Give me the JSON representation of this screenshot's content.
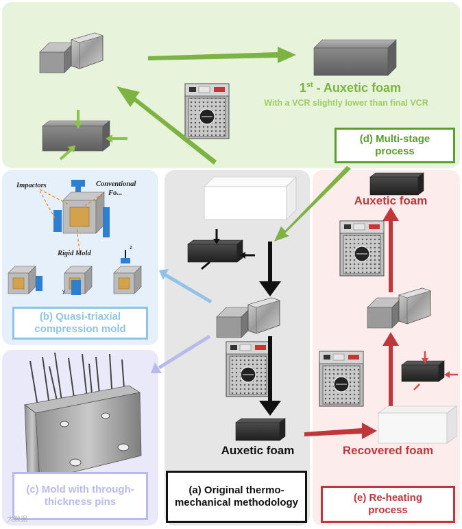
{
  "labels": {
    "first_auxetic_sup": "st",
    "first_auxetic_num": "1",
    "first_auxetic_rest": " - Auxetic foam",
    "vcr_note": "With a VCR slightly lower than final VCR",
    "multi_stage": "(d) Multi-stage process",
    "impactors": "Impactors",
    "conventional": "Conventional",
    "foam_partial": "Fo...",
    "rigid_mold": "Rigid Mold",
    "quasi_triaxial": "(b) Quasi-triaxial compression mold",
    "mold_pins": "(c) Mold with through-thickness pins",
    "auxetic_center": "Auxetic foam",
    "original_method": "(a) Original thermo-mechanical methodology",
    "auxetic_right": "Auxetic foam",
    "recovered": "Recovered foam",
    "reheating": "(e) Re-heating process",
    "axis_z": "z",
    "axis_y": "y",
    "watermark": "大数据"
  },
  "colors": {
    "green": "#7cb342",
    "green_dark": "#5a9e2c",
    "green_panel": "#e8f3dc",
    "gray_panel": "#e6e6e6",
    "blue_panel": "#e6f0fb",
    "blue_label": "#8fc3ea",
    "purple_panel": "#e9e9f9",
    "purple_label": "#b9b9ee",
    "red": "#c0373b",
    "red_panel": "#fcecec",
    "black": "#111111"
  }
}
